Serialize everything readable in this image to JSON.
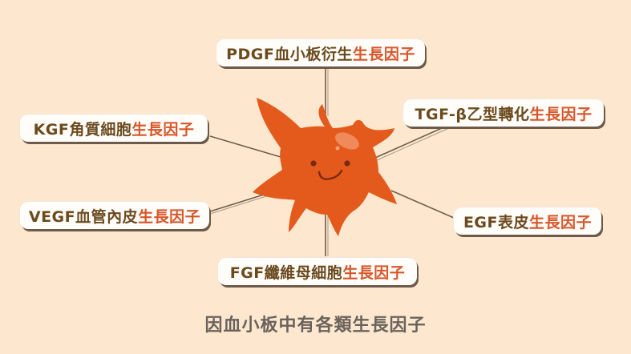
{
  "diagram": {
    "center": {
      "name": "platelet",
      "color": "#e35a1c",
      "highlight_color": "#f08a5a",
      "face_color": "#7a2a10"
    },
    "labels": [
      {
        "id": "pdgf",
        "prefix": "PDGF血小板衍生",
        "suffix": "生長因子"
      },
      {
        "id": "tgf",
        "prefix": "TGF-β乙型轉化",
        "suffix": "生長因子"
      },
      {
        "id": "kgf",
        "prefix": "KGF角質細胞",
        "suffix": "生長因子"
      },
      {
        "id": "vegf",
        "prefix": "VEGF血管內皮",
        "suffix": "生長因子"
      },
      {
        "id": "egf",
        "prefix": "EGF表皮",
        "suffix": "生長因子"
      },
      {
        "id": "fgf",
        "prefix": "FGF纖維母細胞",
        "suffix": "生長因子"
      }
    ],
    "caption": "因血小板中有各類生長因子"
  },
  "colors": {
    "background": "#fde8cf",
    "label_prefix": "#6b4a1e",
    "label_suffix": "#d8562a",
    "connector": "#6e5e4e",
    "caption": "#6a625c"
  }
}
